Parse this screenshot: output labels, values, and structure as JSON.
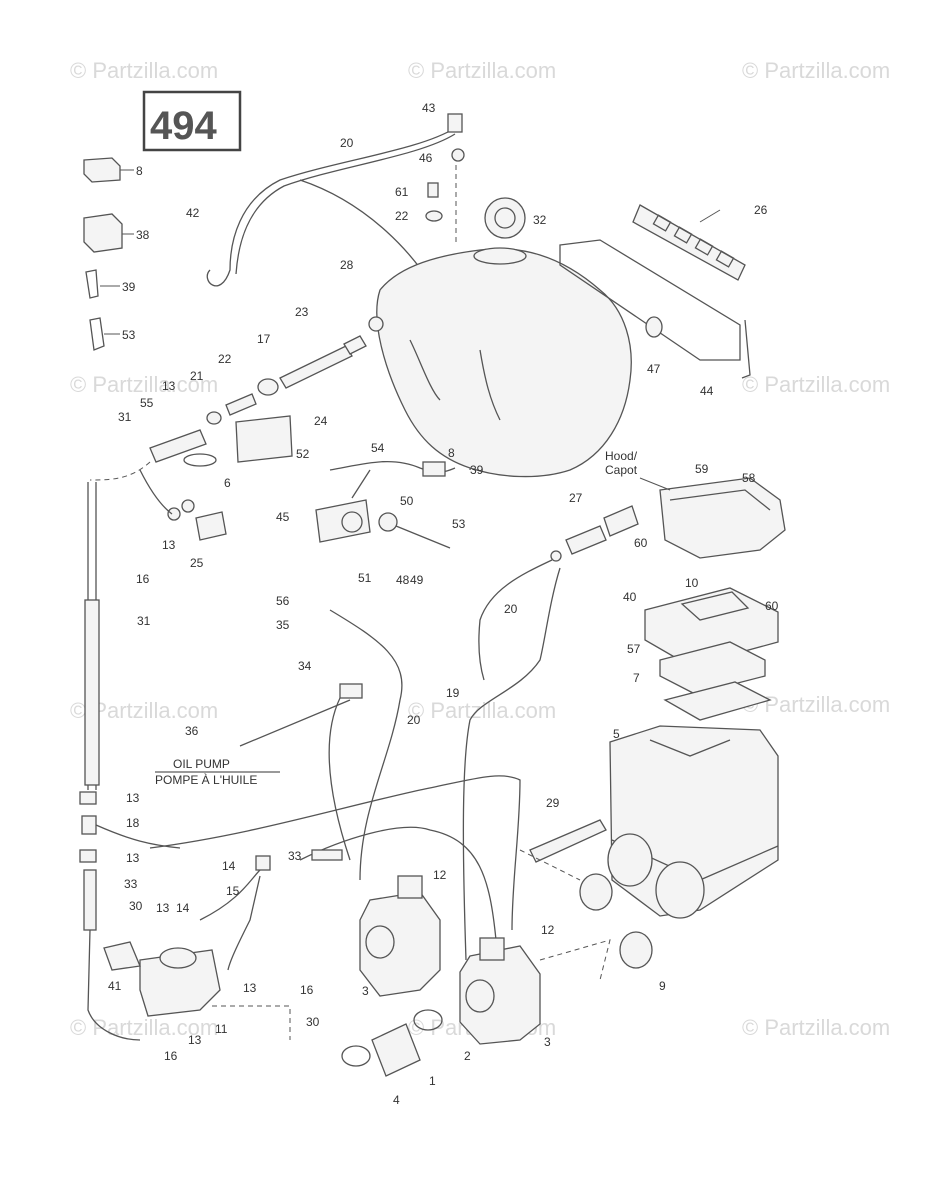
{
  "page_number": "494",
  "watermark": "© Partzilla.com",
  "oil_pump_label": "OIL PUMP",
  "oil_pump_label_fr": "POMPE À L'HUILE",
  "hood_label_line1": "Hood/",
  "hood_label_line2": "Capot",
  "callouts": [
    "8",
    "38",
    "39",
    "53",
    "43",
    "20",
    "46",
    "61",
    "22",
    "32",
    "42",
    "28",
    "26",
    "23",
    "17",
    "22",
    "21",
    "13",
    "31",
    "55",
    "24",
    "47",
    "44",
    "52",
    "54",
    "8",
    "39",
    "6",
    "25",
    "13",
    "45",
    "50",
    "53",
    "51",
    "48",
    "49",
    "27",
    "59",
    "58",
    "60",
    "60",
    "10",
    "40",
    "57",
    "7",
    "5",
    "16",
    "31",
    "56",
    "35",
    "20",
    "34",
    "19",
    "20",
    "36",
    "13",
    "18",
    "13",
    "29",
    "14",
    "33",
    "15",
    "12",
    "12",
    "33",
    "13",
    "14",
    "30",
    "41",
    "13",
    "16",
    "3",
    "11",
    "30",
    "13",
    "16",
    "1",
    "2",
    "3",
    "9",
    "4"
  ]
}
